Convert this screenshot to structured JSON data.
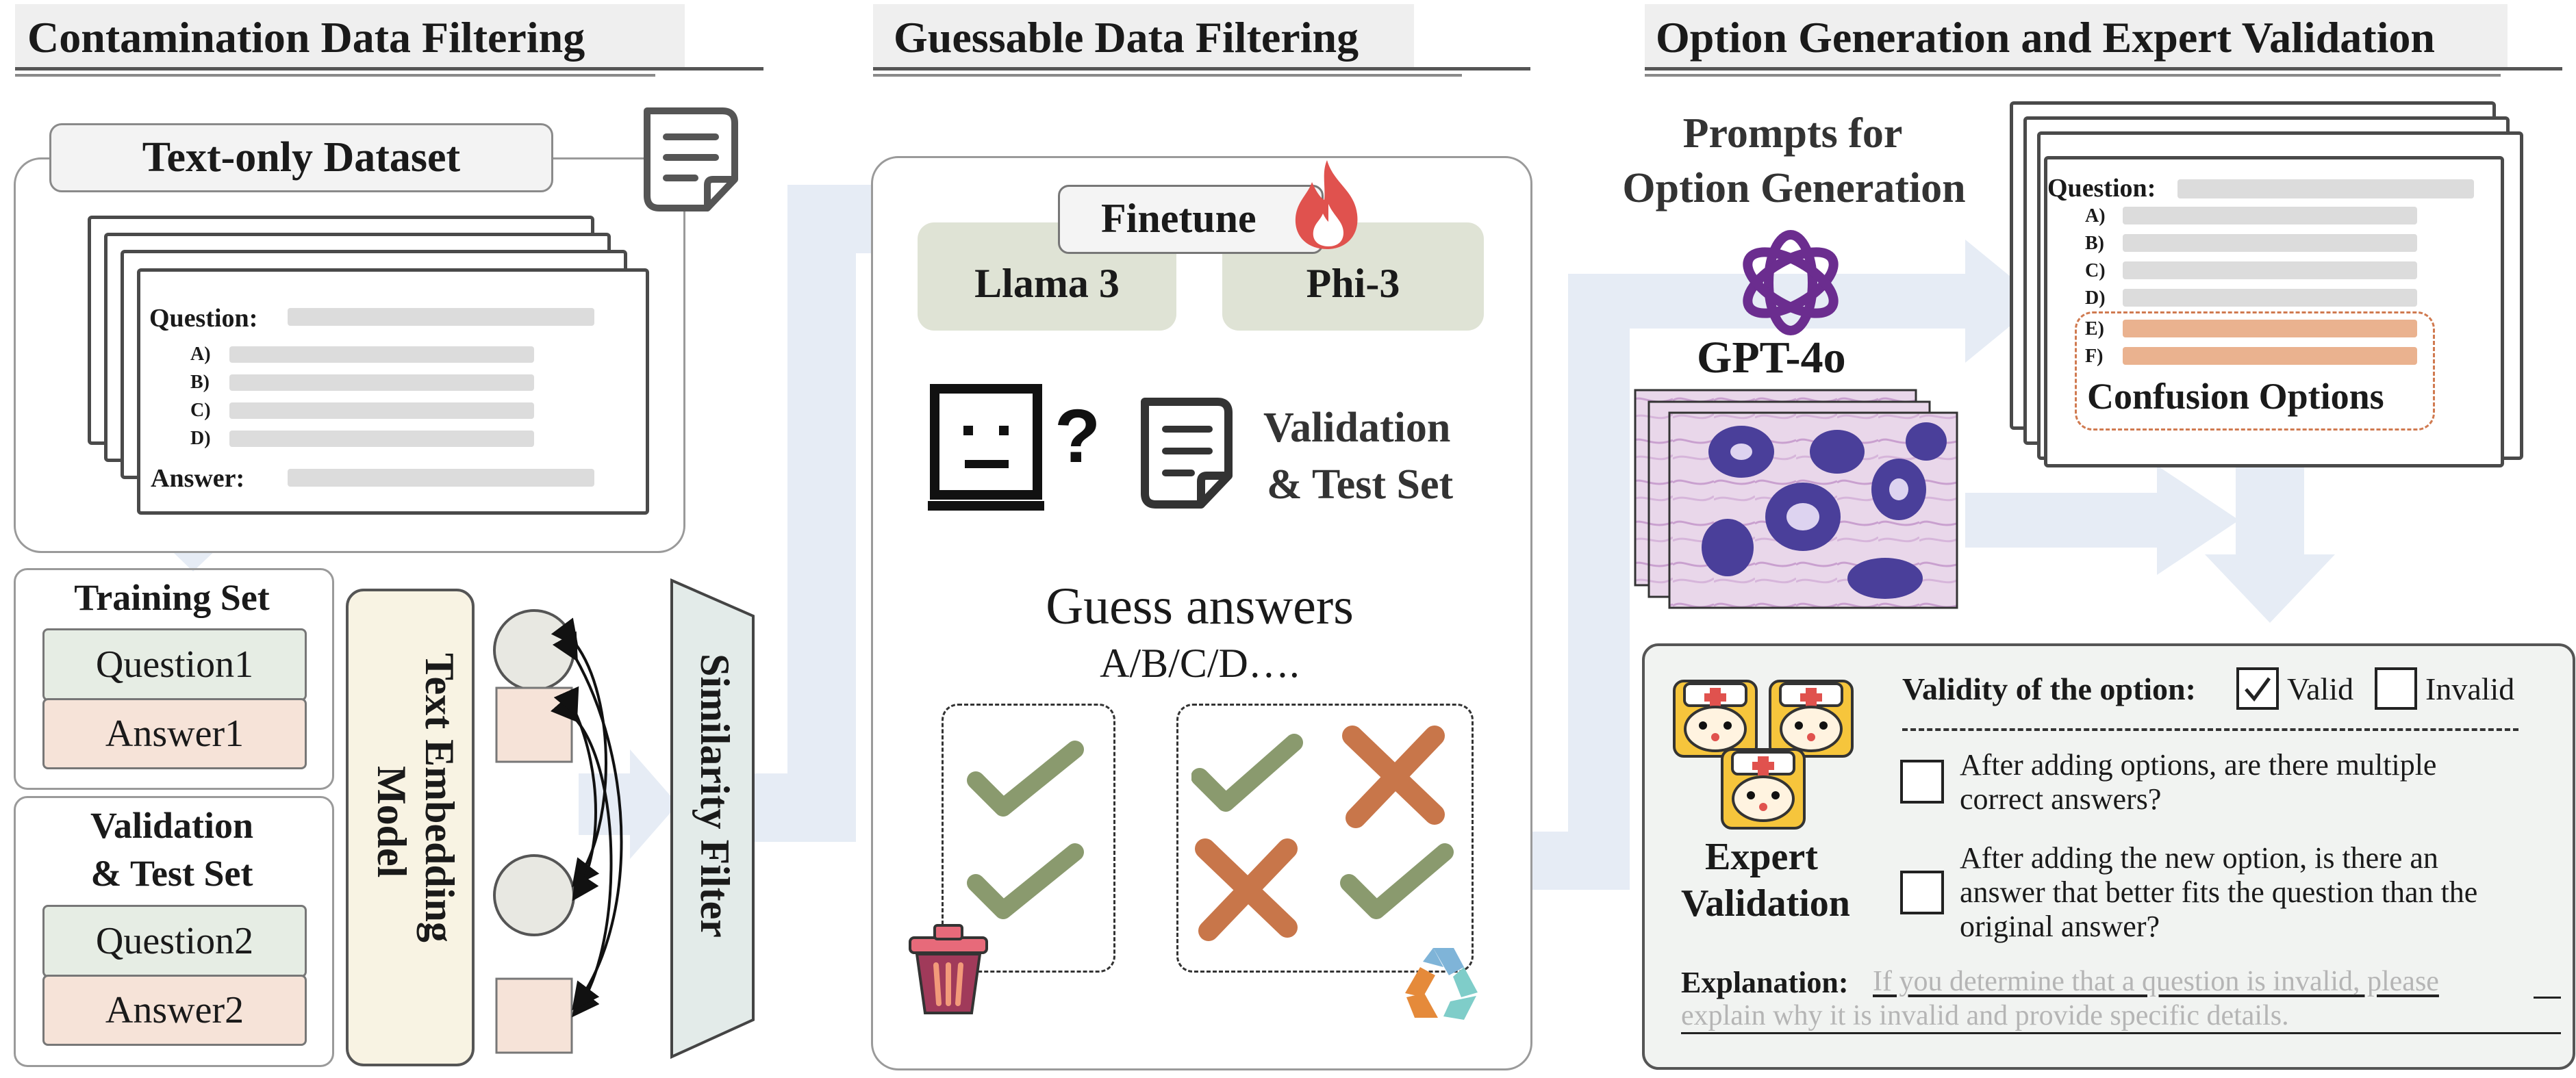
{
  "sections": {
    "contamination": "Contamination Data Filtering",
    "guessable": "Guessable Data Filtering",
    "option_generation": "Option Generation and Expert Validation"
  },
  "contamination": {
    "dataset_label": "Text-only  Dataset",
    "question_label": "Question:",
    "answer_label": "Answer:",
    "options": [
      "A)",
      "B)",
      "C)",
      "D)"
    ],
    "training_set_title": "Training Set",
    "validation_test_title_line1": "Validation",
    "validation_test_title_line2": "& Test Set",
    "question1": "Question1",
    "answer1": "Answer1",
    "question2": "Question2",
    "answer2": "Answer2",
    "embedding_model_line1": "Text Embedding",
    "embedding_model_line2": "Model",
    "similarity_filter": "Similarity Filter"
  },
  "guessable": {
    "finetune_label": "Finetune",
    "model1": "Llama 3",
    "model2": "Phi-3",
    "validation_line1": "Validation",
    "validation_line2": "& Test Set",
    "guess_line1": "Guess answers",
    "guess_line2": "A/B/C/D…."
  },
  "option_generation": {
    "prompts_line1": "Prompts for",
    "prompts_line2": "Option Generation",
    "model_name": "GPT-4o",
    "question_label": "Question:",
    "options": [
      "A)",
      "B)",
      "C)",
      "D)",
      "E)",
      "F)"
    ],
    "confusion_options": "Confusion Options"
  },
  "expert_validation": {
    "expert_line1": "Expert",
    "expert_line2": "Validation",
    "validity_label": "Validity of the option:",
    "valid_label": "Valid",
    "invalid_label": "Invalid",
    "valid_checked": true,
    "q1_line1": "After adding options, are there multiple",
    "q1_line2": "correct answers?",
    "q2_line1": "After adding the new option, is there an",
    "q2_line2": "answer that better fits the question than the",
    "q2_line3": "original answer?",
    "explanation_label": "Explanation:",
    "explanation_line1": "If you determine that a question is invalid, please",
    "explanation_line2": "explain why it is invalid and provide specific details."
  },
  "colors": {
    "flow_arrow": "#e6ecf5",
    "model_box": "#dfe3d5",
    "embedding_box": "#f8f3e3",
    "similarity_filter": "#e3ebe9",
    "question_scroll": "#e6ede4",
    "answer_scroll": "#f6e3d8",
    "check_green": "#8a9a6e",
    "cross_orange": "#c8764a",
    "confusion_bar": "#eab28f",
    "gpt_purple": "#6b2d8f",
    "flame_red": "#e0524e"
  }
}
